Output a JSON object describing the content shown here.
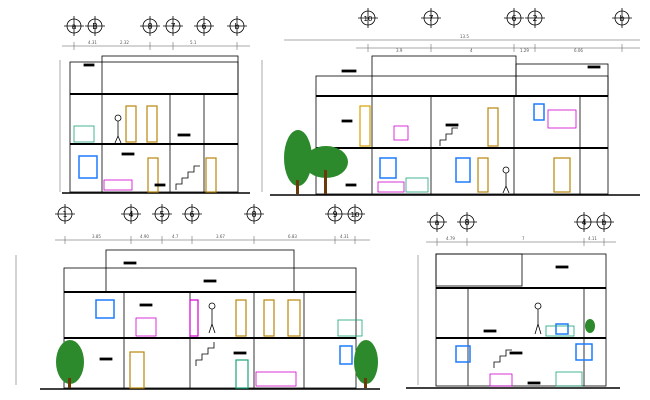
{
  "drawing": {
    "background": "#ffffff",
    "line_color": "#000000",
    "colors": {
      "window_blue": "#1e7bff",
      "door_brown": "#b8860b",
      "furniture_magenta": "#d000d0",
      "rail_green": "#1aa37a",
      "tree_green": "#2c8a2c",
      "dim_gray": "#555555"
    }
  },
  "sections": [
    {
      "id": "section-1",
      "grid_labels": [
        "a",
        "B",
        "8",
        "7",
        "6",
        "b"
      ],
      "dimensions": [
        "4.31",
        "2.32",
        "5.1"
      ]
    },
    {
      "id": "section-2",
      "grid_labels": [
        "10",
        "7",
        "6",
        "2",
        "b"
      ],
      "dimensions": [
        "13.5",
        "3.9",
        "4",
        "1.29",
        "6.06"
      ]
    },
    {
      "id": "section-3",
      "grid_labels": [
        "1",
        "4",
        "5",
        "6",
        "8",
        "9",
        "10"
      ],
      "dimensions": [
        "3.85",
        "4.90",
        "4.7",
        "3.67",
        "6.83",
        "4.31"
      ]
    },
    {
      "id": "section-4",
      "grid_labels": [
        "a",
        "8",
        "4",
        "b"
      ],
      "dimensions": [
        "4.79",
        "7",
        "4.11"
      ]
    }
  ]
}
